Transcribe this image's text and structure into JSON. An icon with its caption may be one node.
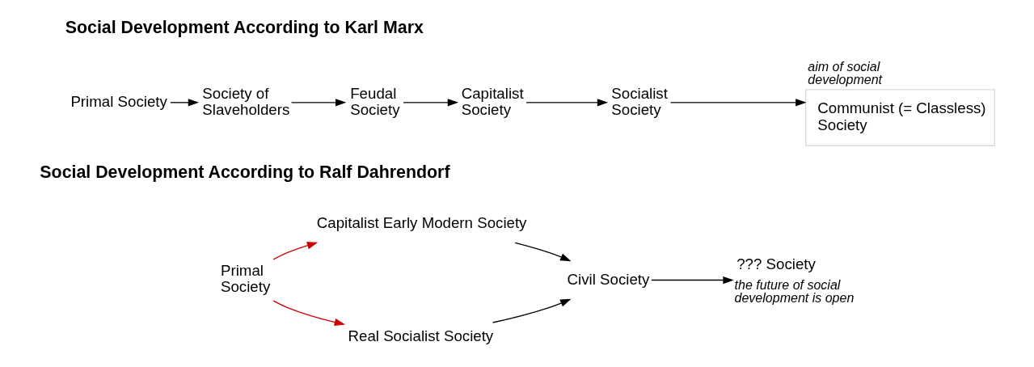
{
  "diagram": {
    "nodes": [
      {
        "text": [
          "Primal Society"
        ]
      },
      {
        "text": [
          "Society of Slaveholders"
        ]
      },
      {
        "text": [
          "Feudal Society"
        ]
      },
      {
        "text": [
          "Capitalist Society"
        ]
      },
      {
        "text": [
          "Socialist Society"
        ]
      },
      {
        "text": [
          "Communist (= Classless) Society"
        ],
        "beside": [
          "aim of social development"
        ]
      },
      {
        "text": [
          "Primal Society"
        ]
      },
      {
        "text": [
          "Capitalist Early Modern Society"
        ]
      },
      {
        "text": [
          "Real Socialist Society"
        ]
      },
      {
        "text": [
          "Civil Society"
        ]
      },
      {
        "text": [
          "??? Society"
        ],
        "beside": [
          "the future of social development is open"
        ]
      }
    ],
    "edges": [
      {
        "from": 0,
        "to": 1,
        "arrow": "to"
      },
      {
        "from": 1,
        "to": 2,
        "arrow": "to"
      },
      {
        "from": 2,
        "to": 3,
        "arrow": "to"
      },
      {
        "from": 3,
        "to": 4,
        "arrow": "to"
      },
      {
        "from": 4,
        "to": 5,
        "arrow": "to"
      },
      {
        "from": 6,
        "to": 7,
        "arrow": "to",
        "color": "#cc0000"
      },
      {
        "from": 6,
        "to": 8,
        "arrow": "to",
        "color": "#cc0000"
      },
      {
        "from": 7,
        "to": 9,
        "arrow": "to"
      },
      {
        "from": 8,
        "to": 9,
        "arrow": "to"
      },
      {
        "from": 9,
        "to": 10,
        "arrow": "to"
      }
    ],
    "labels": [
      "Social Development According to Karl Marx",
      "Social Development According to Ralf Dahrendorf"
    ]
  }
}
